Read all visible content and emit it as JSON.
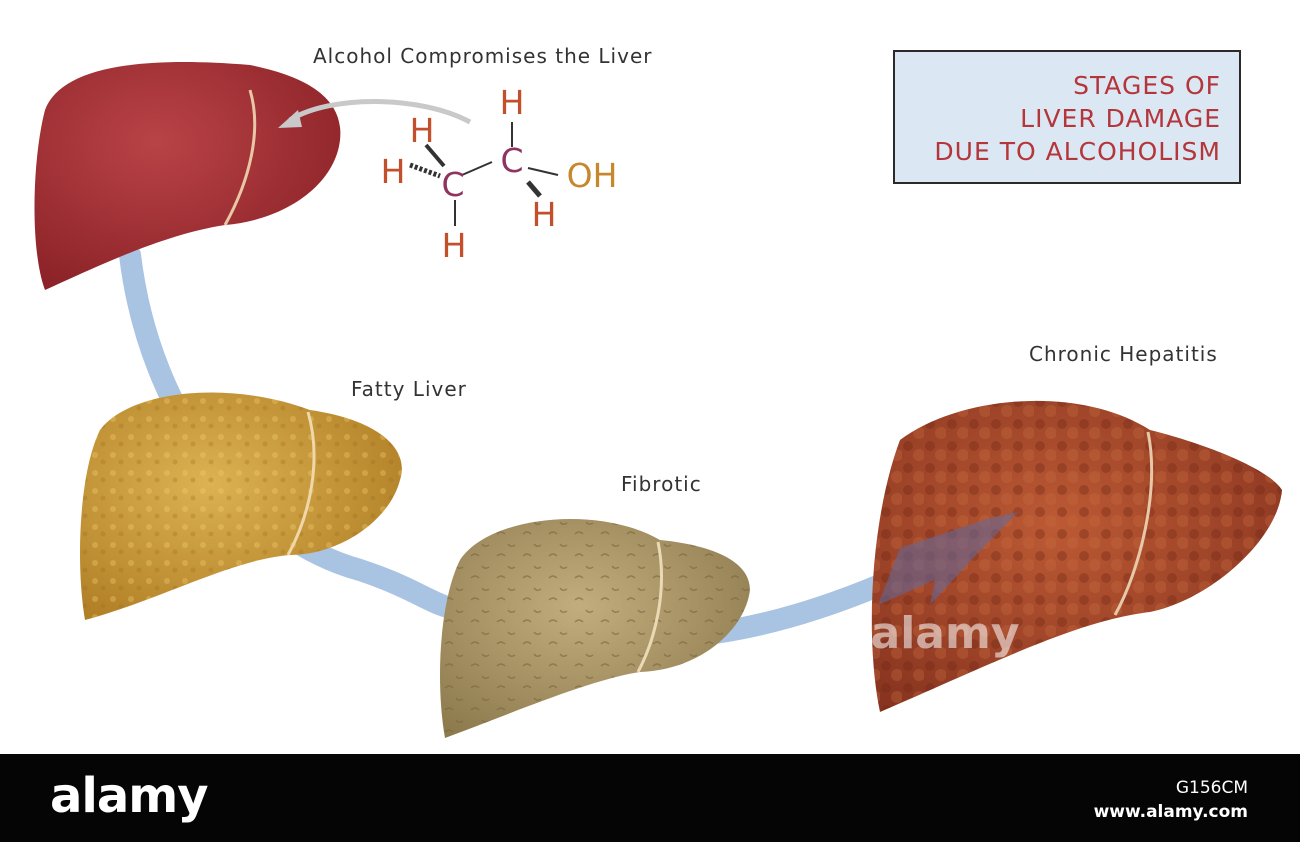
{
  "title_box": {
    "lines": [
      "STAGES OF",
      "LIVER DAMAGE",
      "DUE TO ALCOHOLISM"
    ]
  },
  "labels": {
    "alcohol": "Alcohol Compromises the Liver",
    "fatty": "Fatty Liver",
    "fibrotic": "Fibrotic",
    "chronic": "Chronic Hepatitis"
  },
  "molecule": {
    "carbon": "C",
    "hydrogen": "H",
    "hydroxyl": "OH"
  },
  "watermark": "alamy",
  "footer": {
    "logo": "alamy",
    "image_id": "G156CM",
    "url": "www.alamy.com"
  },
  "colors": {
    "healthy_liver": "#a8343a",
    "fatty_liver": "#c99a3a",
    "fibrotic_liver": "#a89466",
    "hepatitis_liver": "#a44a2e",
    "pathway": "#a9c3e3",
    "title_text": "#b4363a",
    "title_bg": "#dce7f4",
    "atom_h": "#c2502c",
    "atom_c": "#8e3460",
    "atom_o": "#c5882c"
  }
}
